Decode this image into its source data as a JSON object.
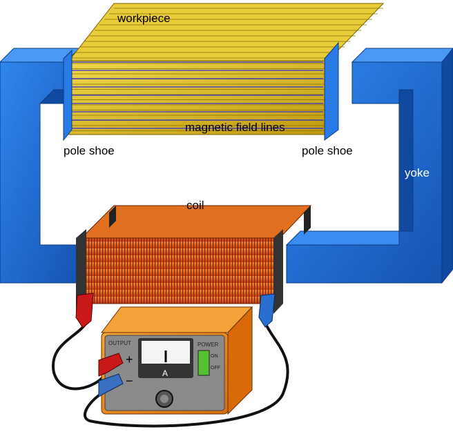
{
  "labels": {
    "workpiece": "workpiece",
    "field_lines": "magnetic field lines",
    "pole_shoe_left": "pole shoe",
    "pole_shoe_right": "pole shoe",
    "yoke": "yoke",
    "coil": "coil"
  },
  "power_supply": {
    "output": "OUTPUT",
    "plus": "+",
    "minus": "−",
    "meter_unit": "A",
    "power": "POWER",
    "on": "ON",
    "off": "OFF"
  },
  "colors": {
    "yoke": "#1f6fd6",
    "workpiece": "#d8b81a",
    "field_line": "#3030d0",
    "coil": "#e0601a",
    "supply": "#f08c1c"
  }
}
